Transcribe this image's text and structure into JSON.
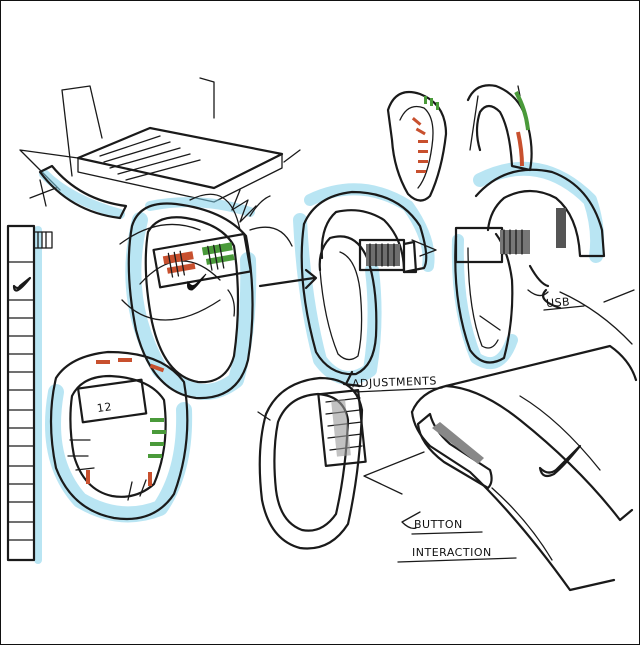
{
  "colors": {
    "ink": "#1a1a1a",
    "marker_blue": "#7fd0ea",
    "accent_green": "#4a9a3a",
    "accent_red": "#c8502e",
    "band_grey": "#888888",
    "background": "#ffffff"
  },
  "annotations": {
    "usb": "USB",
    "adjustments": "ADJUSTMENTS",
    "button": "BUTTON",
    "interaction": "INTERACTION"
  },
  "band_display": {
    "digits": "12"
  },
  "logo": {
    "name": "swoosh-logo"
  }
}
